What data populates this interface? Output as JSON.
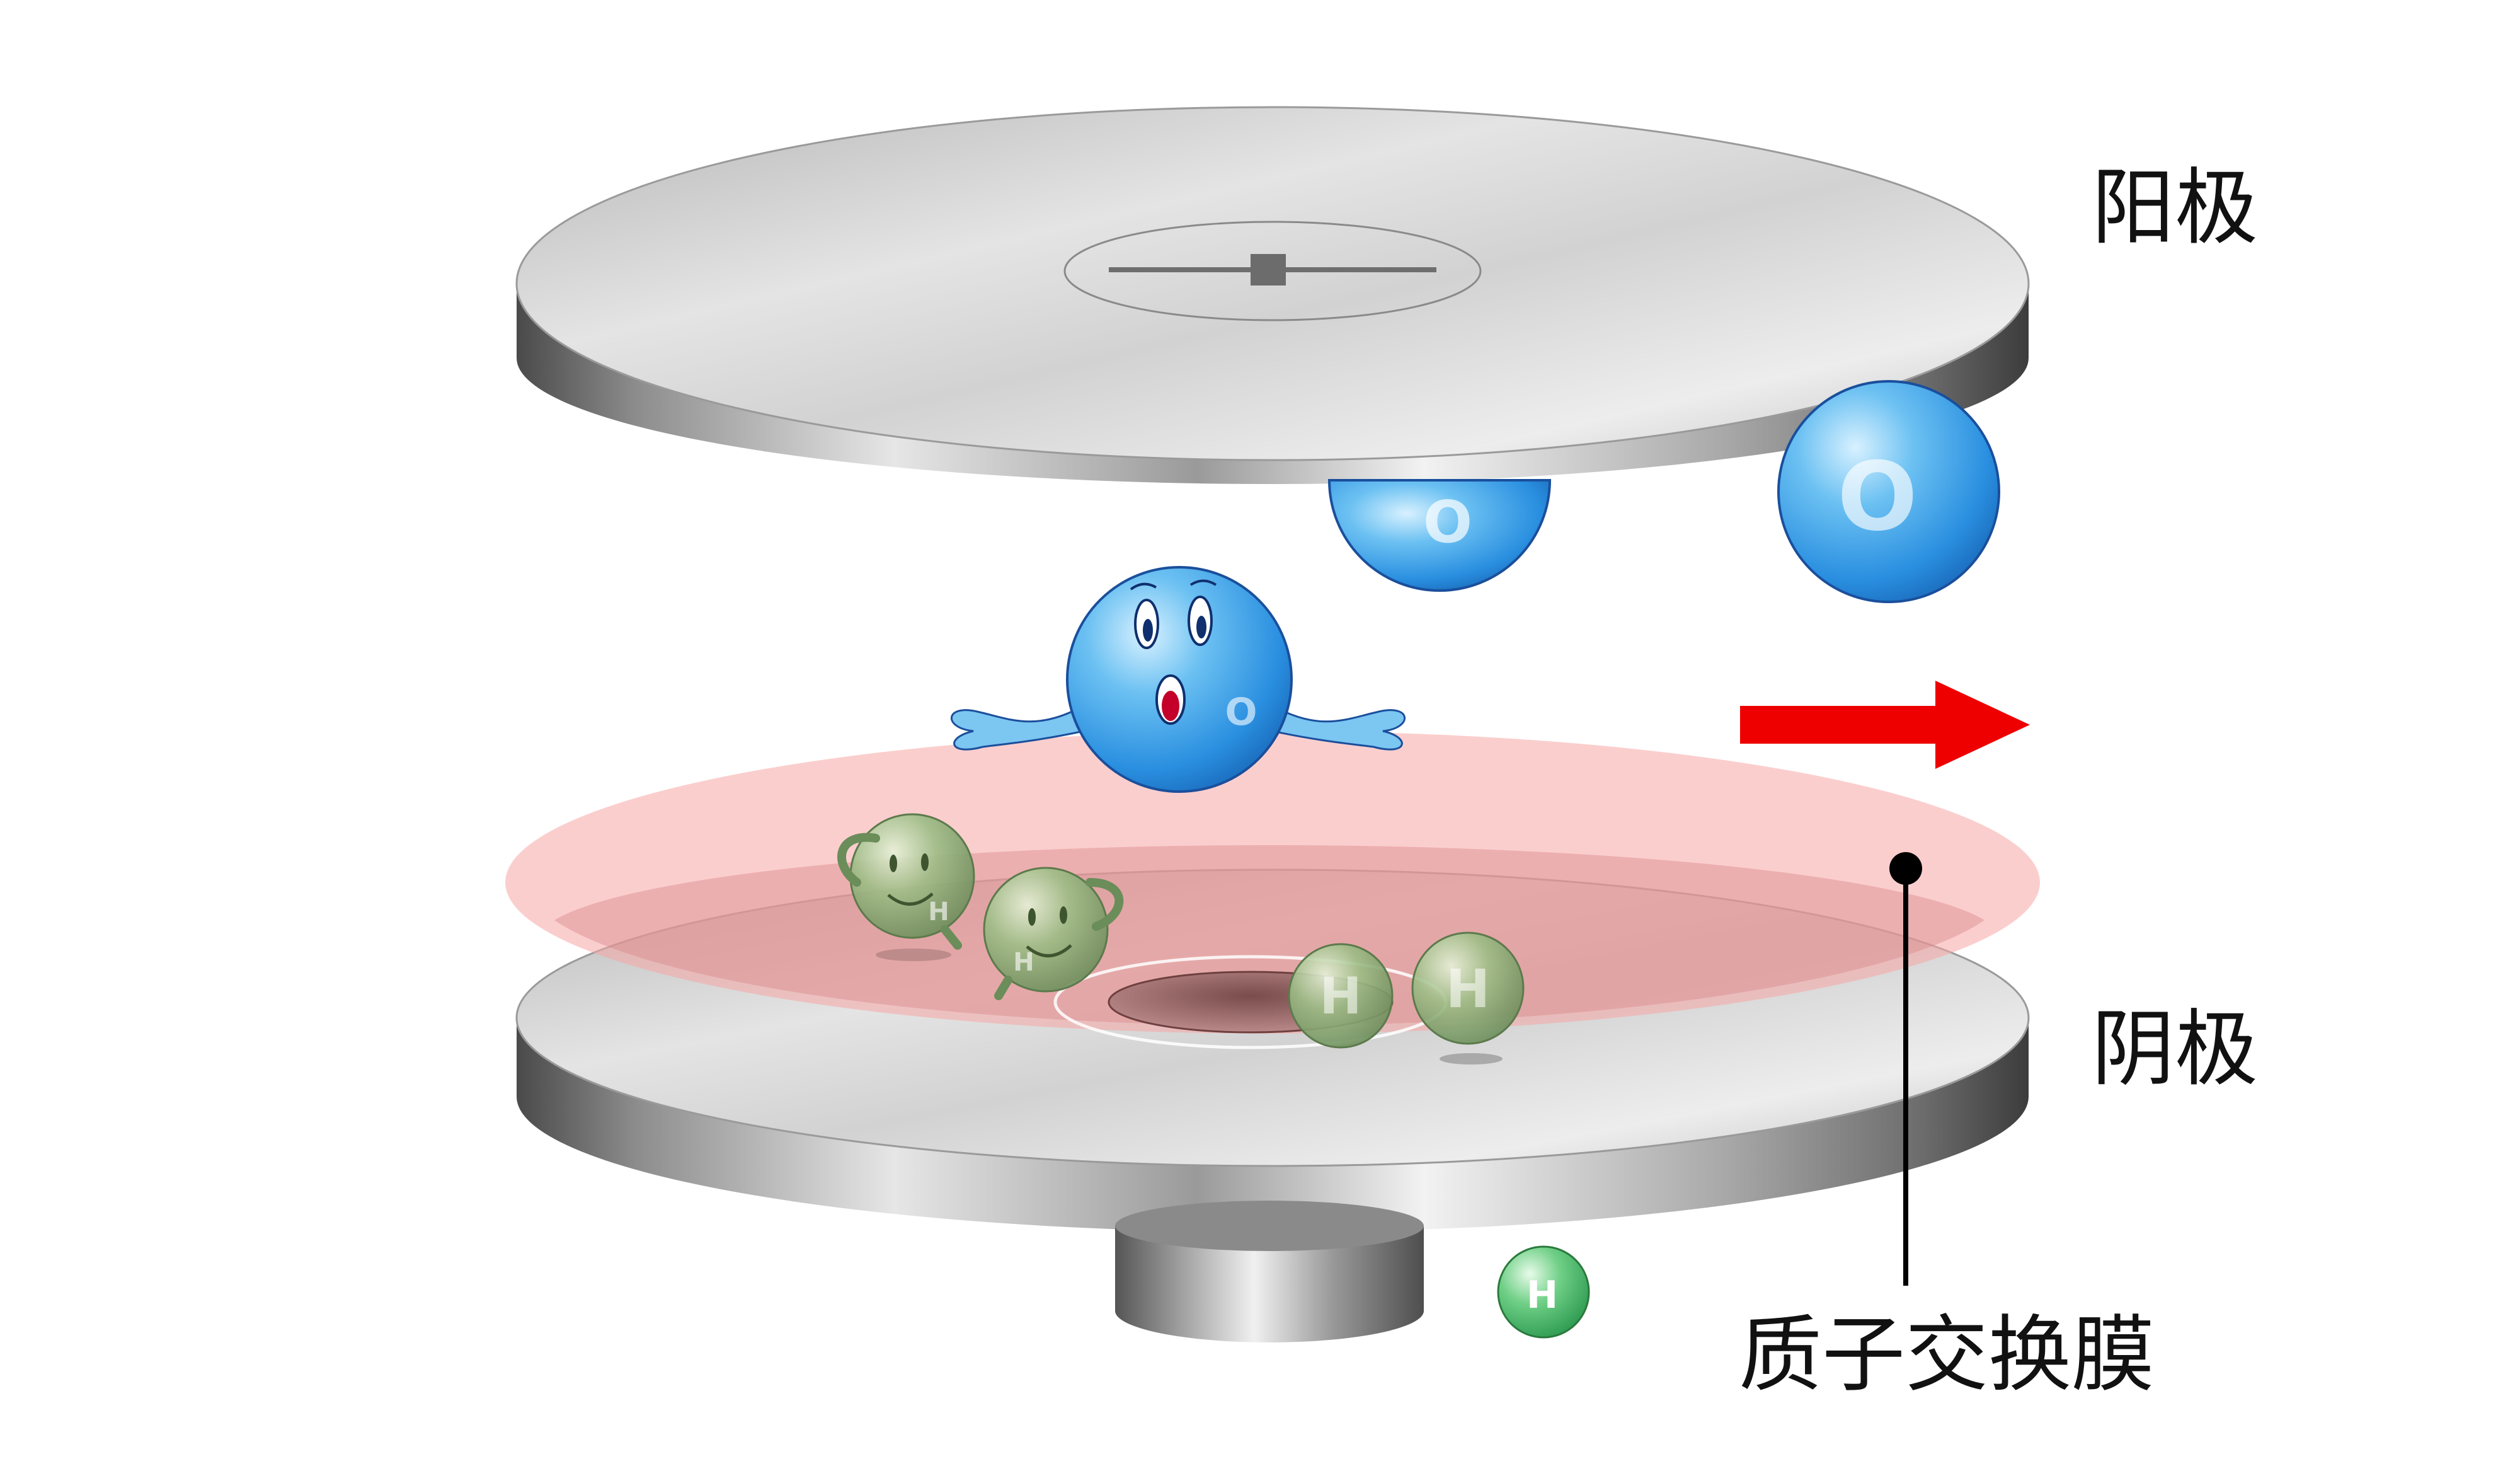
{
  "labels": {
    "anode": "阳极",
    "cathode": "阴极",
    "membrane": "质子交换膜"
  },
  "atoms": {
    "oxygen": "O",
    "hydrogen": "H"
  },
  "colors": {
    "oxygen": "#2f9be6",
    "hydrogen": "#7fa86a",
    "membrane": "#f7b8b8",
    "arrow": "#ee0000",
    "plate": "#c8c8c8"
  }
}
